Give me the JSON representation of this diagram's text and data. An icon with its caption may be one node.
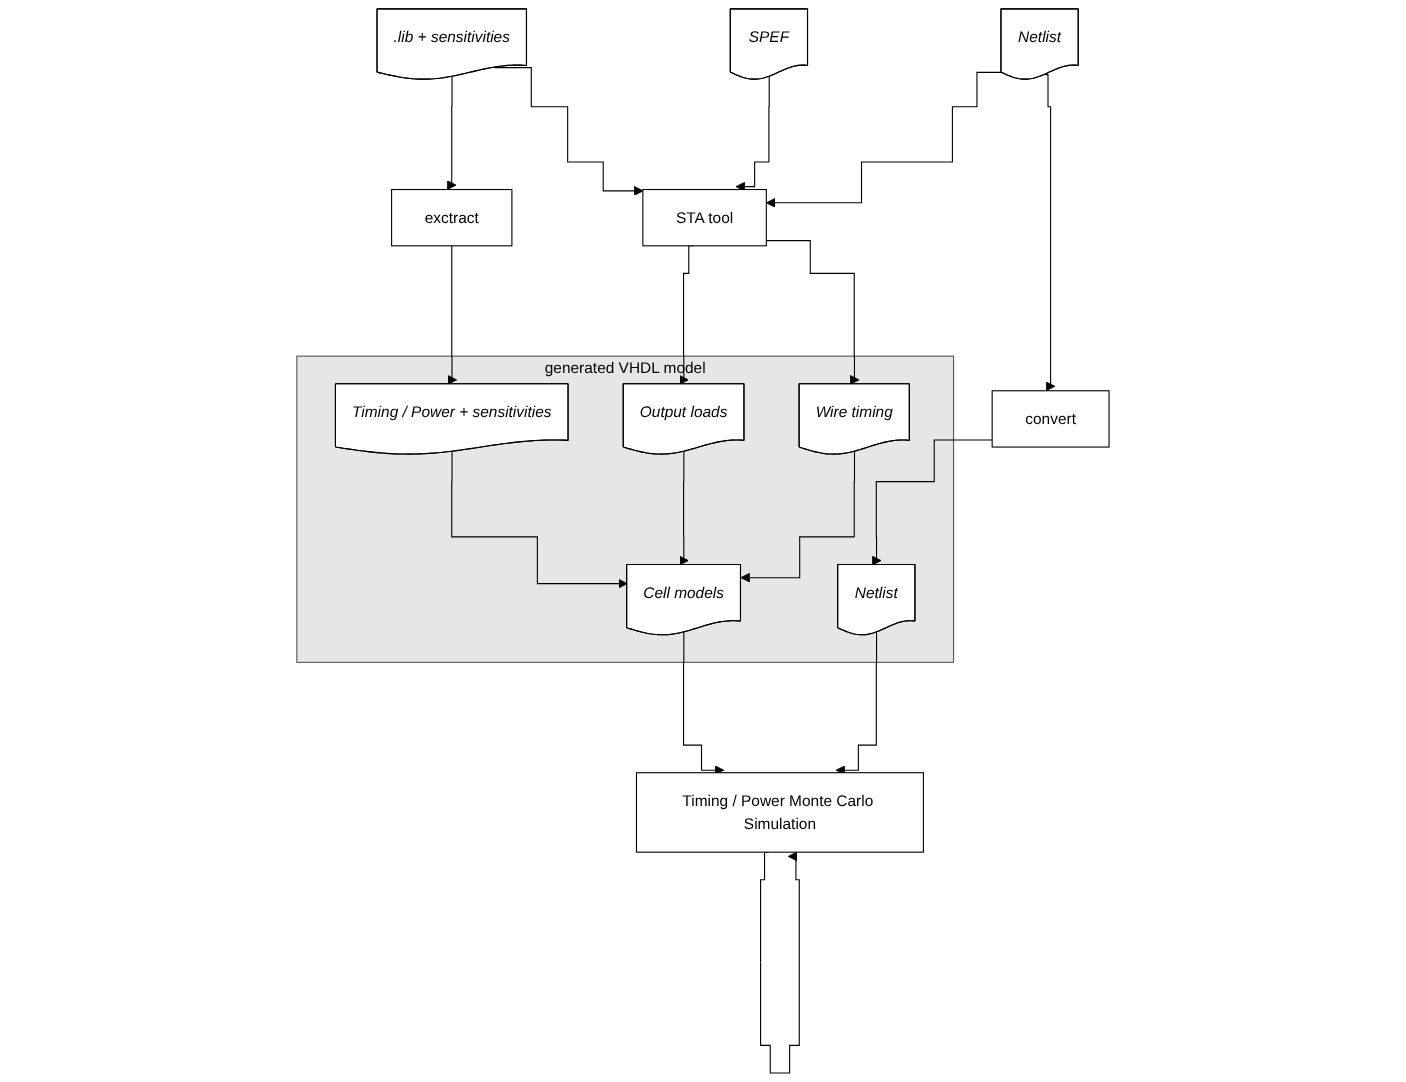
{
  "diagram": {
    "nodes": [
      {
        "text": [
          ".lib + sensitivities"
        ]
      },
      {
        "text": [
          "SPEF"
        ]
      },
      {
        "text": [
          "Netlist"
        ]
      },
      {
        "text": [
          "exctract"
        ]
      },
      {
        "text": [
          "STA tool"
        ]
      },
      {
        "text": [
          "convert"
        ]
      },
      {
        "text": [
          "generated VHDL model"
        ]
      },
      {
        "text": [
          "Timing / Power + sensitivities"
        ],
        "in": 6
      },
      {
        "text": [
          "Output loads"
        ],
        "in": 6
      },
      {
        "text": [
          "Wire timing"
        ],
        "in": 6
      },
      {
        "text": [
          "Cell models"
        ],
        "in": 6
      },
      {
        "text": [
          "Netlist"
        ],
        "in": 6
      },
      {
        "text": [
          "Timing / Power Monte Carlo Simulation"
        ]
      }
    ],
    "edges": [
      {
        "from": 0,
        "to": 3,
        "arrow": "to"
      },
      {
        "from": 0,
        "to": 4,
        "arrow": "to"
      },
      {
        "from": 1,
        "to": 4,
        "arrow": "to"
      },
      {
        "from": 2,
        "to": 4,
        "arrow": "to"
      },
      {
        "from": 2,
        "to": 5,
        "arrow": "to"
      },
      {
        "from": 3,
        "to": 7,
        "arrow": "to"
      },
      {
        "from": 4,
        "to": 8,
        "arrow": "to"
      },
      {
        "from": 4,
        "to": 9,
        "arrow": "to"
      },
      {
        "from": 7,
        "to": 10,
        "arrow": "to"
      },
      {
        "from": 8,
        "to": 10,
        "arrow": "to"
      },
      {
        "from": 9,
        "to": 10,
        "arrow": "to"
      },
      {
        "from": 5,
        "to": 11,
        "arrow": "to"
      },
      {
        "from": 10,
        "to": 12,
        "arrow": "to"
      },
      {
        "from": 11,
        "to": 12,
        "arrow": "to"
      },
      {
        "from": 12,
        "to": 12,
        "arrow": "to"
      }
    ]
  }
}
